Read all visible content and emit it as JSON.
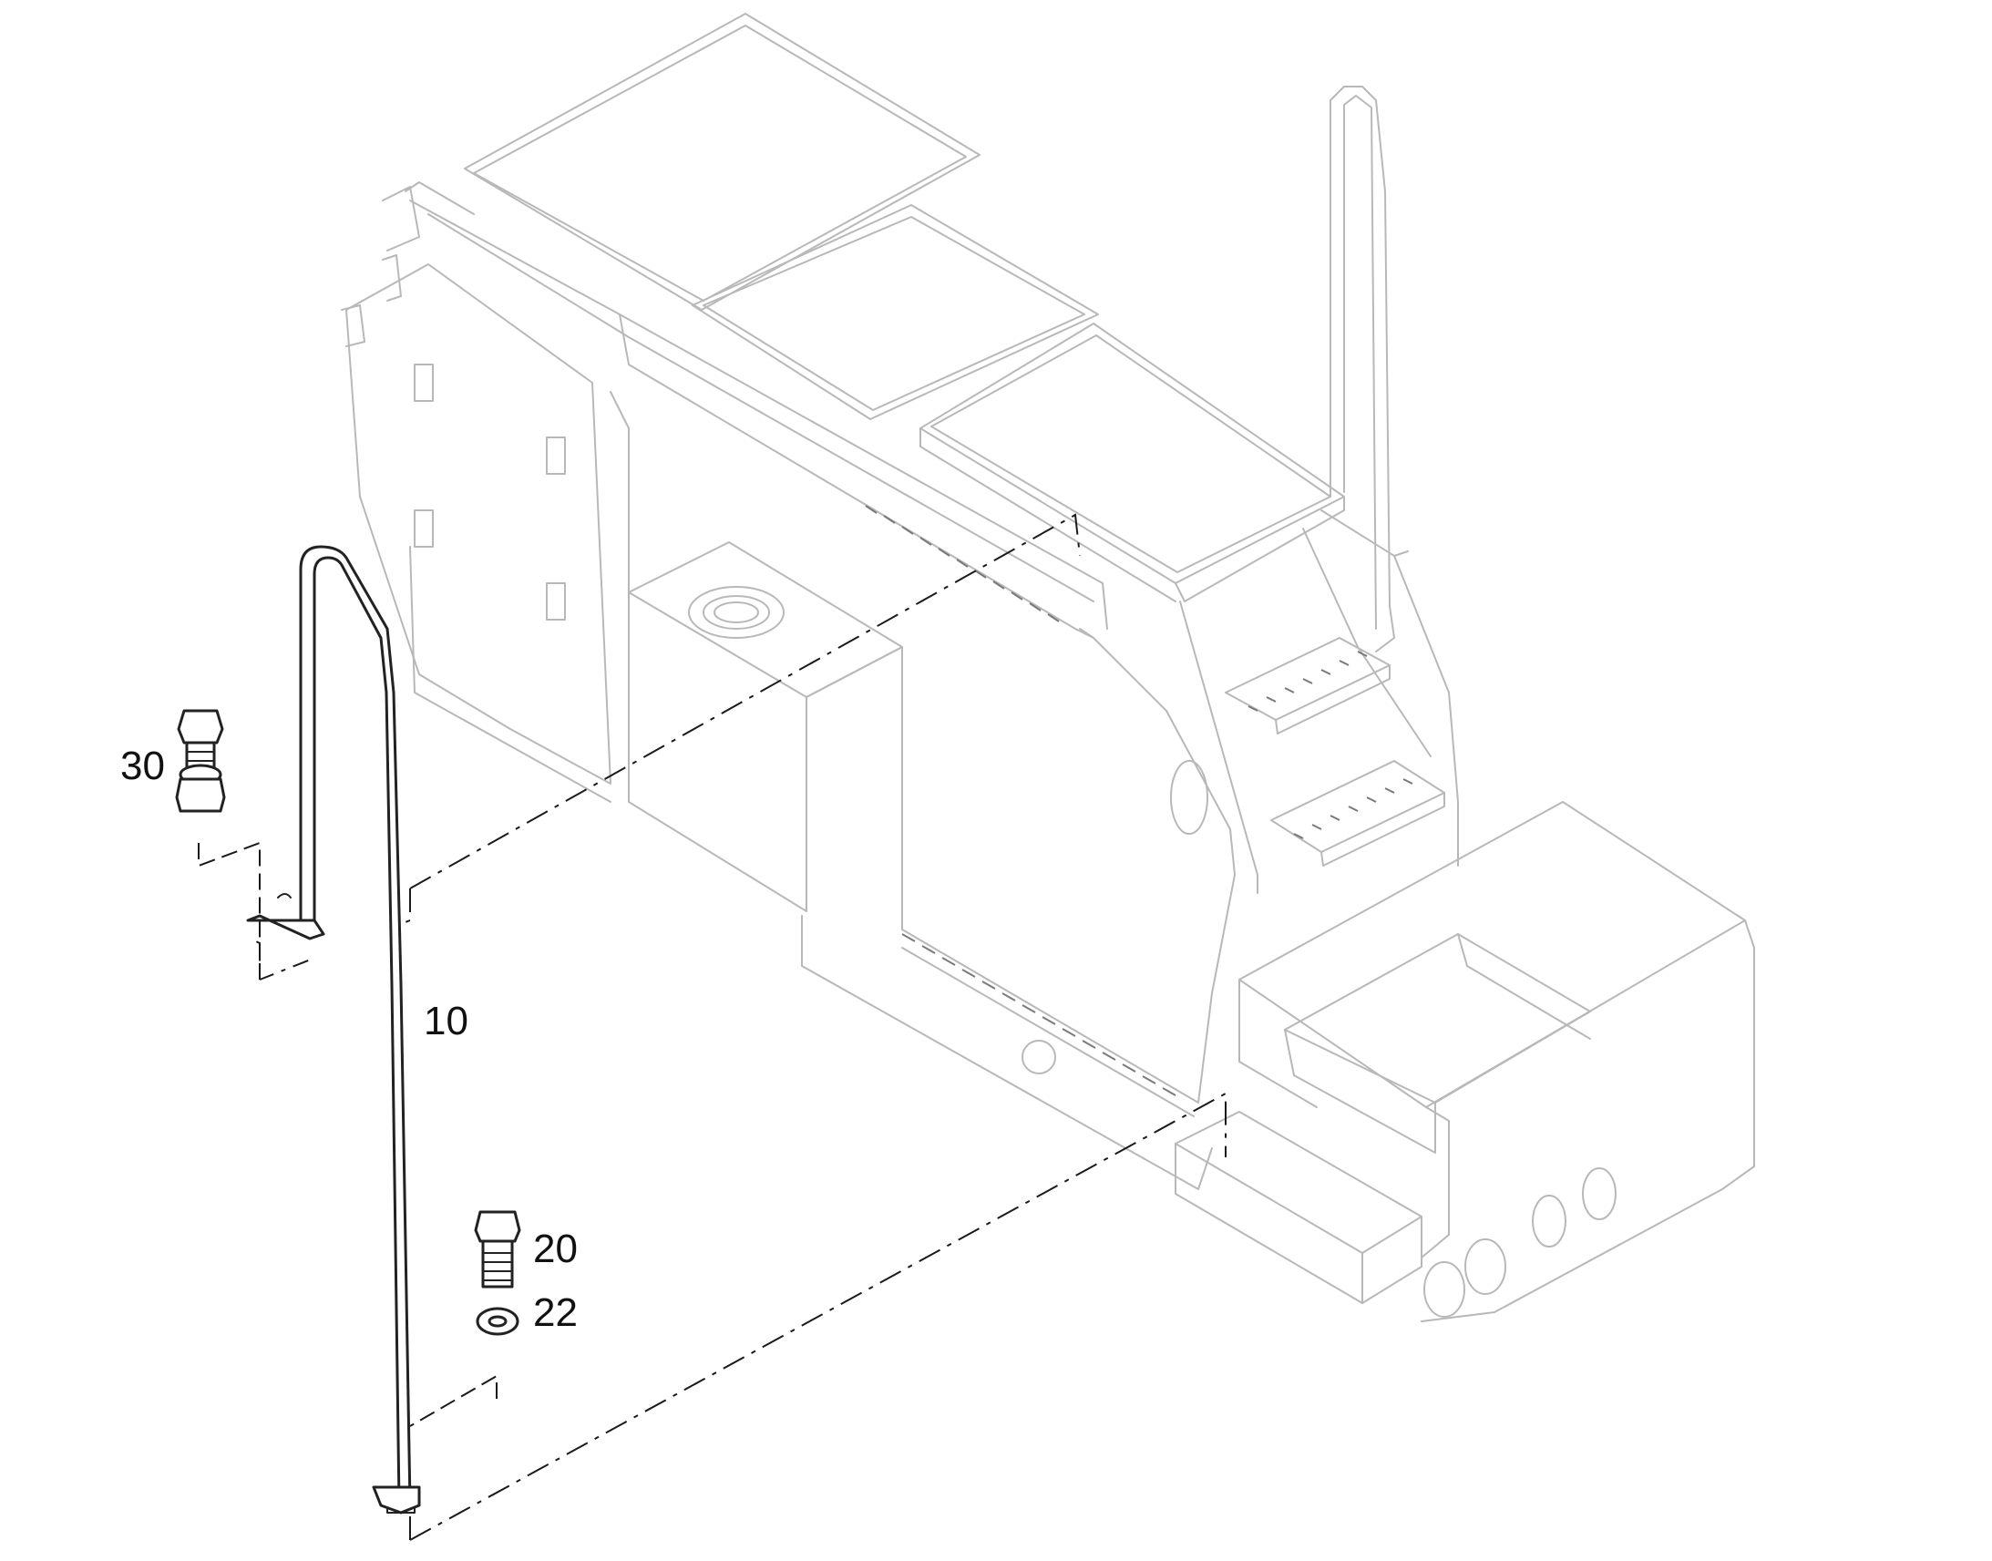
{
  "drawing": {
    "callouts": [
      {
        "id": "handrail",
        "label": "10"
      },
      {
        "id": "bolt",
        "label": "20"
      },
      {
        "id": "washer",
        "label": "22"
      },
      {
        "id": "bolt-nut-assembly",
        "label": "30"
      }
    ]
  },
  "colors": {
    "background": "#ffffff",
    "machine_outline": "#b8b8b8",
    "part_outline": "#222222"
  }
}
